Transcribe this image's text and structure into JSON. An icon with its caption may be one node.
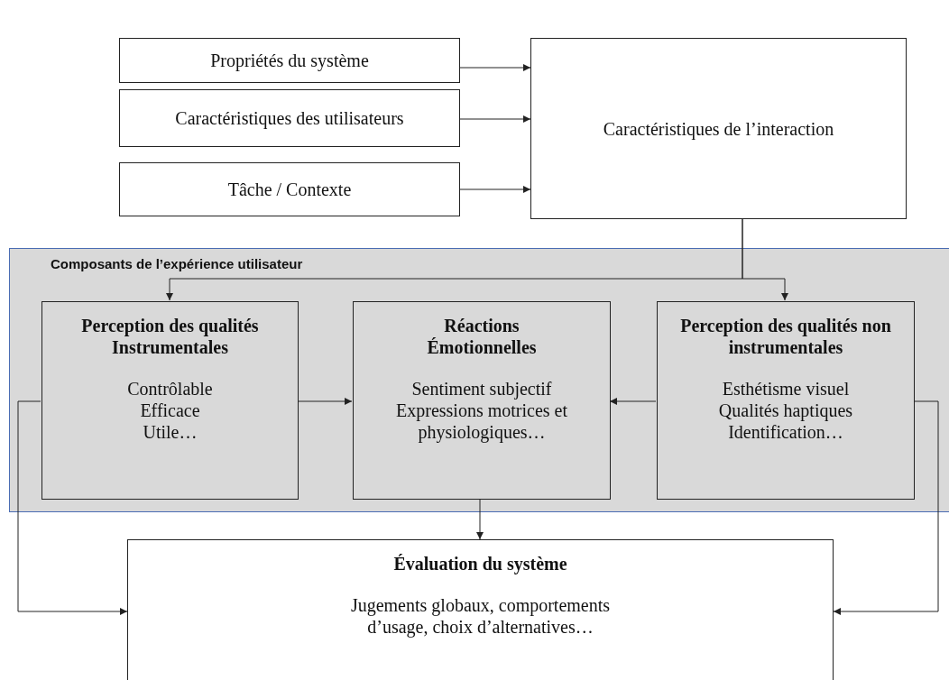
{
  "diagram": {
    "nodes": [
      {
        "text": [
          "Propriétés du système"
        ]
      },
      {
        "text": [
          "Caractéristiques des utilisateurs"
        ]
      },
      {
        "text": [
          "Tâche / Contexte"
        ]
      },
      {
        "text": [
          "Caractéristiques de l’interaction"
        ]
      },
      {
        "text": [
          "Composants de l’expérience utilisateur"
        ]
      },
      {
        "text": [
          "Perception des qualités Instrumentales",
          "Contrôlable",
          "Efficace",
          "Utile…"
        ],
        "in": 4
      },
      {
        "text": [
          "Réactions Émotionnelles",
          "Sentiment subjectif",
          "Expressions motrices et physiologiques…"
        ],
        "in": 4
      },
      {
        "text": [
          "Perception des qualités non instrumentales",
          "Esthétisme visuel",
          "Qualités haptiques",
          "Identification…"
        ],
        "in": 4
      },
      {
        "text": [
          "Évaluation du système",
          "Jugements globaux, comportements d’usage, choix d’alternatives…"
        ]
      }
    ],
    "edges": [
      {
        "from": 0,
        "to": 3,
        "arrow": "to"
      },
      {
        "from": 1,
        "to": 3,
        "arrow": "to"
      },
      {
        "from": 2,
        "to": 3,
        "arrow": "to"
      },
      {
        "from": 3,
        "to": 5,
        "arrow": "to"
      },
      {
        "from": 3,
        "to": 7,
        "arrow": "to"
      },
      {
        "from": 5,
        "to": 6,
        "arrow": "to"
      },
      {
        "from": 7,
        "to": 6,
        "arrow": "to"
      },
      {
        "from": 6,
        "to": 8,
        "arrow": "to"
      },
      {
        "from": 5,
        "to": 8,
        "arrow": "to"
      },
      {
        "from": 7,
        "to": 8,
        "arrow": "to"
      }
    ]
  }
}
